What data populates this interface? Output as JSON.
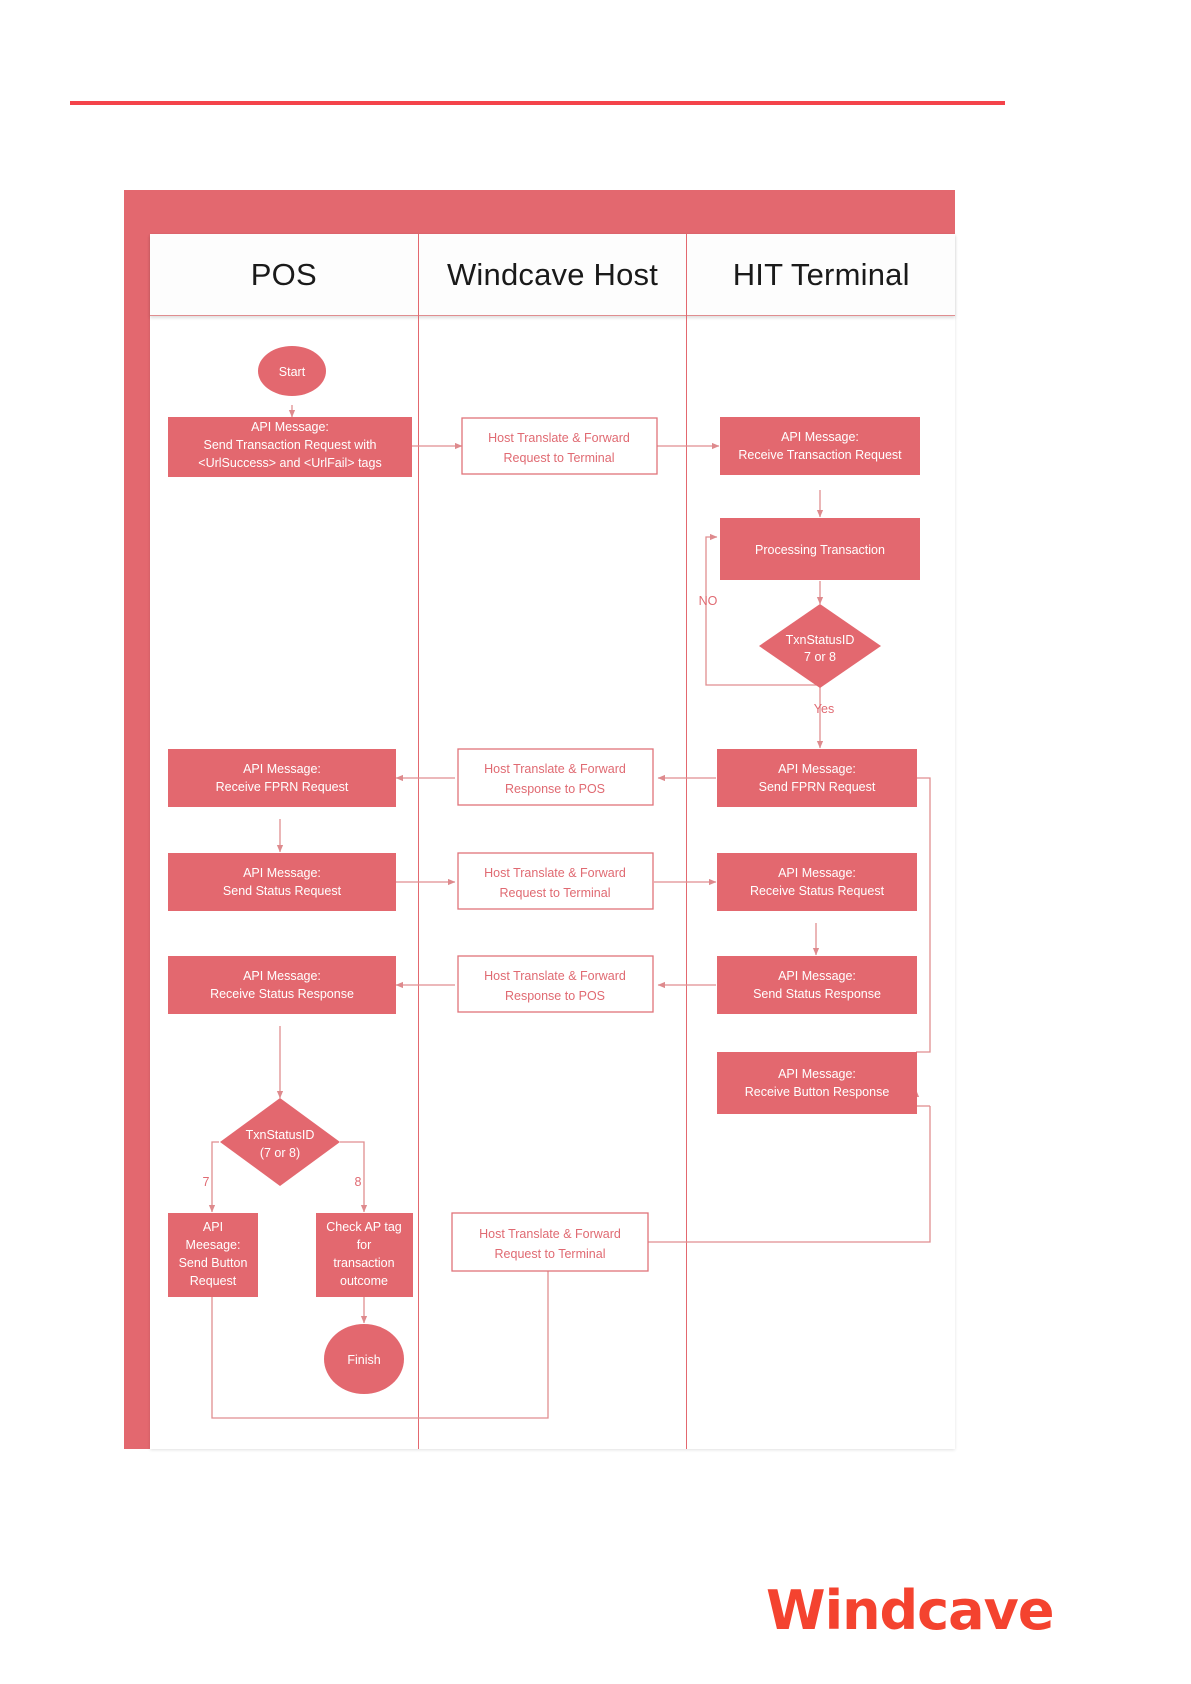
{
  "document": {
    "top_rule_color": "#F4434A"
  },
  "colors": {
    "box_fill": "#E3686F",
    "box_fill_text": "#FFFFFF",
    "outline_box_stroke": "#E0737A",
    "outline_box_text": "#E06A72",
    "connector": "#E08E90",
    "lane_bar": "#E3686F",
    "brand": "#F4432F"
  },
  "lanes": [
    {
      "id": "pos",
      "label": "POS"
    },
    {
      "id": "host",
      "label": "Windcave Host"
    },
    {
      "id": "terminal",
      "label": "HIT Terminal"
    }
  ],
  "nodes": {
    "start": {
      "label": "Start",
      "shape": "ellipse",
      "lane": "pos"
    },
    "finish": {
      "label": "Finish",
      "shape": "ellipse",
      "lane": "pos"
    },
    "pos_send_txn": {
      "lane": "pos",
      "shape": "process",
      "style": "filled",
      "lines": [
        "API Message:",
        "Send Transaction Request with",
        "<UrlSuccess> and <UrlFail> tags"
      ]
    },
    "host_fwd_req_1": {
      "lane": "host",
      "shape": "process",
      "style": "outline",
      "lines": [
        "Host Translate & Forward",
        "Request to Terminal"
      ]
    },
    "term_recv_txn": {
      "lane": "terminal",
      "shape": "process",
      "style": "filled",
      "lines": [
        "API Message:",
        "Receive Transaction Request"
      ]
    },
    "term_processing": {
      "lane": "terminal",
      "shape": "process",
      "style": "filled",
      "lines": [
        "Processing Transaction"
      ]
    },
    "term_decision": {
      "lane": "terminal",
      "shape": "decision",
      "style": "filled",
      "lines": [
        "TxnStatusID",
        "7 or 8"
      ]
    },
    "term_send_fprn": {
      "lane": "terminal",
      "shape": "process",
      "style": "filled",
      "lines": [
        "API Message:",
        "Send FPRN Request"
      ]
    },
    "host_fwd_resp_1": {
      "lane": "host",
      "shape": "process",
      "style": "outline",
      "lines": [
        "Host Translate & Forward",
        "Response to POS"
      ]
    },
    "pos_recv_fprn": {
      "lane": "pos",
      "shape": "process",
      "style": "filled",
      "lines": [
        "API Message:",
        "Receive FPRN Request"
      ]
    },
    "pos_send_status_req": {
      "lane": "pos",
      "shape": "process",
      "style": "filled",
      "lines": [
        "API Message:",
        "Send  Status Request"
      ]
    },
    "host_fwd_req_2": {
      "lane": "host",
      "shape": "process",
      "style": "outline",
      "lines": [
        "Host Translate & Forward",
        "Request to Terminal"
      ]
    },
    "term_recv_status_req": {
      "lane": "terminal",
      "shape": "process",
      "style": "filled",
      "lines": [
        "API Message:",
        "Receive Status Request"
      ]
    },
    "term_send_status_res": {
      "lane": "terminal",
      "shape": "process",
      "style": "filled",
      "lines": [
        "API Message:",
        "Send  Status Response"
      ]
    },
    "host_fwd_resp_2": {
      "lane": "host",
      "shape": "process",
      "style": "outline",
      "lines": [
        "Host Translate & Forward",
        "Response to POS"
      ]
    },
    "pos_recv_status_res": {
      "lane": "pos",
      "shape": "process",
      "style": "filled",
      "lines": [
        "API Message:",
        "Receive  Status Response"
      ]
    },
    "pos_decision": {
      "lane": "pos",
      "shape": "decision",
      "style": "filled",
      "lines": [
        "TxnStatusID",
        "(7 or 8)"
      ]
    },
    "pos_send_button": {
      "lane": "pos",
      "shape": "process",
      "style": "filled",
      "lines": [
        "API",
        "Meesage:",
        "Send Button",
        "Request"
      ]
    },
    "pos_check_ap": {
      "lane": "pos",
      "shape": "process",
      "style": "filled",
      "lines": [
        "Check AP tag",
        "for",
        "transaction",
        "outcome"
      ]
    },
    "host_fwd_req_3": {
      "lane": "host",
      "shape": "process",
      "style": "outline",
      "lines": [
        "Host Translate & Forward",
        "Request to Terminal"
      ]
    },
    "term_recv_button": {
      "lane": "terminal",
      "shape": "process",
      "style": "filled",
      "lines": [
        "API Message:",
        "Receive Button Response"
      ]
    }
  },
  "edge_labels": {
    "no": "NO",
    "yes": "Yes",
    "seven": "7",
    "eight": "8"
  },
  "brand": {
    "name": "Windcave"
  }
}
